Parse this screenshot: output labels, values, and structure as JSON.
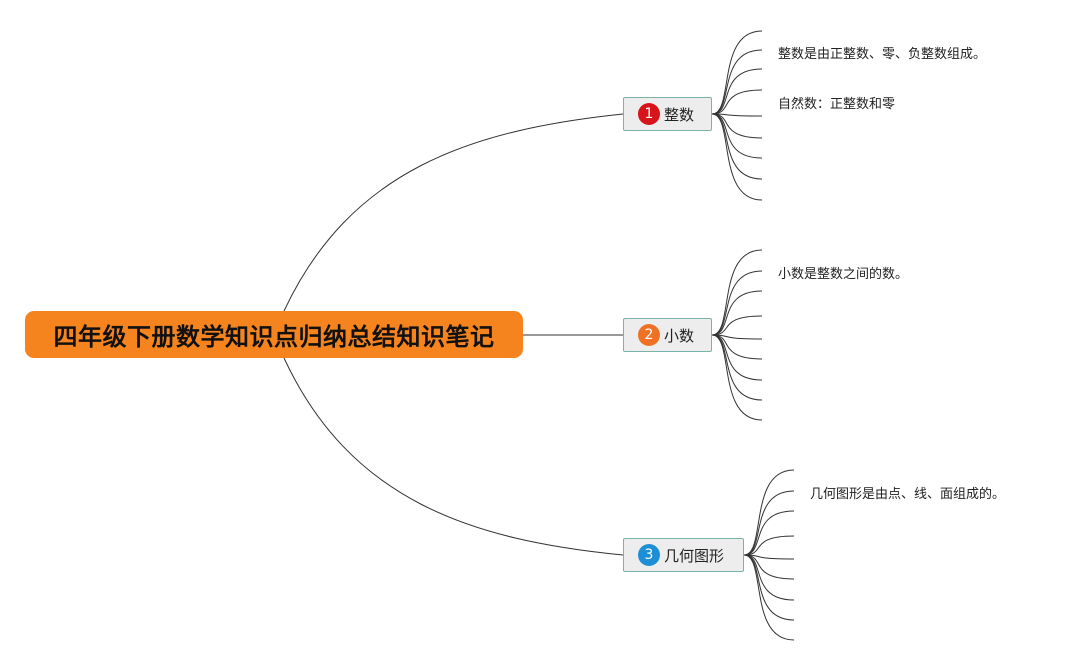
{
  "root": {
    "title": "四年级下册数学知识点归纳总结知识笔记",
    "color": "#f5841f"
  },
  "topics": [
    {
      "number": "1",
      "label": "整数",
      "badge_color": "#d7141a",
      "notes": [
        "整数是由正整数、零、负整数组成。",
        "自然数：正整数和零"
      ]
    },
    {
      "number": "2",
      "label": "小数",
      "badge_color": "#ee7125",
      "notes": [
        "小数是整数之间的数。"
      ]
    },
    {
      "number": "3",
      "label": "几何图形",
      "badge_color": "#1e8fd6",
      "notes": [
        "几何图形是由点、线、面组成的。"
      ]
    }
  ],
  "colors": {
    "connector": "#333333",
    "topic_border": "#7ab3a8",
    "topic_fill": "#ededed"
  }
}
